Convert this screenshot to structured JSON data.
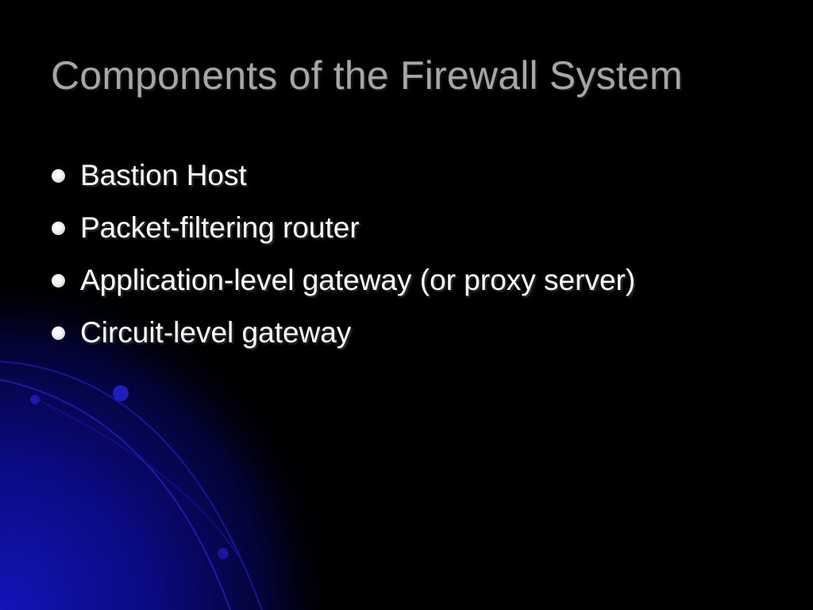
{
  "slide": {
    "title": "Components of the Firewall System",
    "bullets": [
      "Bastion Host",
      "Packet-filtering router",
      "Application-level gateway (or proxy server)",
      "Circuit-level gateway"
    ]
  },
  "colors": {
    "background": "#000000",
    "title": "#a6a6a6",
    "bullet_text": "#ffffff",
    "accent": "#1010a0"
  }
}
